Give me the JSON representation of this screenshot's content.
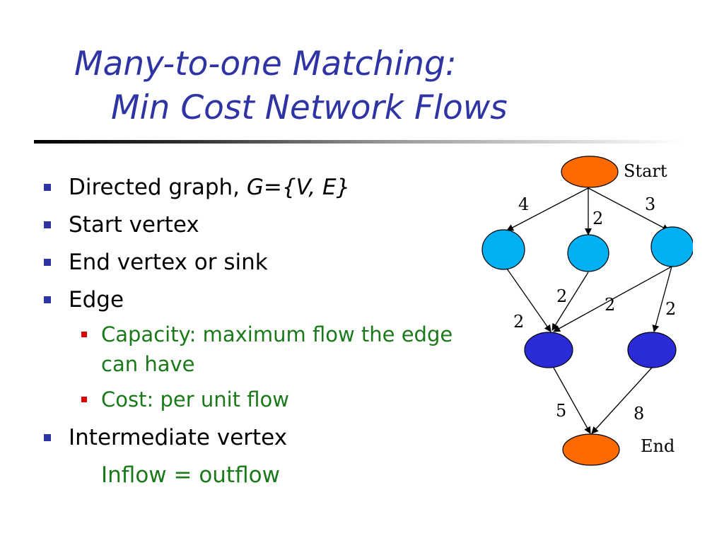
{
  "title": {
    "line1": "Many-to-one Matching:",
    "line2": "Min Cost Network Flows"
  },
  "bullets": [
    {
      "text": "Directed graph, ",
      "italic": "G={V, E}"
    },
    {
      "text": "Start vertex"
    },
    {
      "text": "End vertex or sink"
    },
    {
      "text": "Edge",
      "sub": [
        "Capacity: maximum flow the edge can have",
        "Cost: per unit flow"
      ]
    },
    {
      "text": "Intermediate vertex"
    }
  ],
  "note": "Inflow = outflow",
  "colors": {
    "title": "#2f34a4",
    "bullet_marker": "#2f34a4",
    "sub_marker": "#e00000",
    "sub_text": "#1a7a1a",
    "endpoint_node": "#ff6a00",
    "layer1_node": "#00b0f0",
    "layer2_node": "#2a2ad6"
  },
  "diagram": {
    "nodes": [
      {
        "id": "start",
        "label": "Start"
      },
      {
        "id": "a"
      },
      {
        "id": "b"
      },
      {
        "id": "c"
      },
      {
        "id": "d"
      },
      {
        "id": "e"
      },
      {
        "id": "end",
        "label": "End"
      }
    ],
    "edges": [
      {
        "from": "start",
        "to": "a",
        "label": "4"
      },
      {
        "from": "start",
        "to": "b",
        "label": "2"
      },
      {
        "from": "start",
        "to": "c",
        "label": "3"
      },
      {
        "from": "a",
        "to": "d",
        "label": "2"
      },
      {
        "from": "b",
        "to": "d",
        "label": "2"
      },
      {
        "from": "c",
        "to": "d",
        "label": "2"
      },
      {
        "from": "c",
        "to": "e",
        "label": "2"
      },
      {
        "from": "d",
        "to": "end",
        "label": "5"
      },
      {
        "from": "e",
        "to": "end",
        "label": "8"
      }
    ]
  }
}
